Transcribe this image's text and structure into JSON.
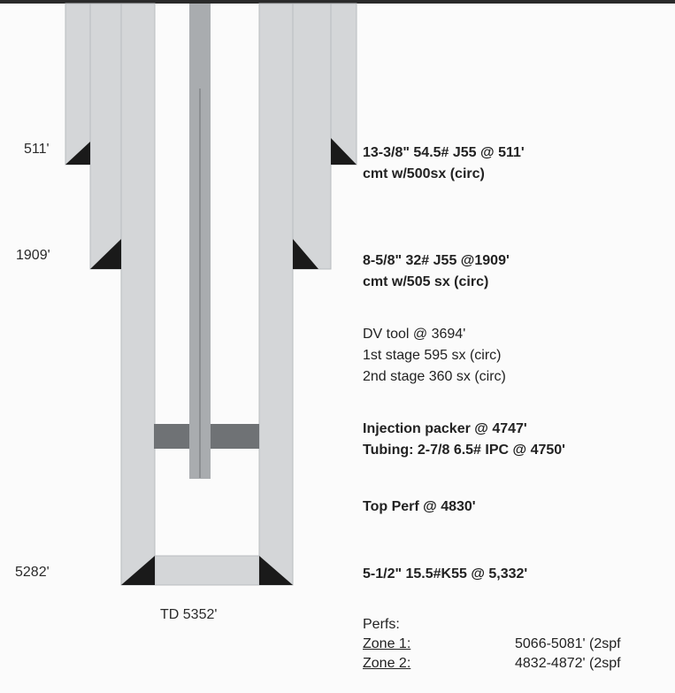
{
  "colors": {
    "casing": "#d4d6d8",
    "casing_edge": "#b9bcbf",
    "shoe": "#1a1a1a",
    "packer": "#6f7275",
    "tubing": "#a9acaf",
    "background": "#fbfbfb"
  },
  "depths": {
    "surface_shoe": "511'",
    "intermediate_shoe": "1909'",
    "production_shoe": "5282'",
    "td": "TD 5352'"
  },
  "surface_casing": {
    "spec": "13-3/8\" 54.5# J55 @ 511'",
    "cement": "cmt w/500sx (circ)"
  },
  "intermediate_casing": {
    "spec": "8-5/8\" 32# J55 @1909'",
    "cement": "cmt w/505 sx (circ)"
  },
  "dv_tool": {
    "depth": "DV tool @ 3694'",
    "stage1": "1st stage 595 sx (circ)",
    "stage2": "2nd stage 360 sx (circ)"
  },
  "injection": {
    "packer": "Injection packer @ 4747'",
    "tubing": "Tubing:  2-7/8 6.5# IPC @ 4750'"
  },
  "top_perf": "Top Perf @ 4830'",
  "production_casing": "5-1/2\" 15.5#K55 @ 5,332'",
  "perfs": {
    "title": "Perfs:",
    "zones": [
      {
        "name": "Zone 1:",
        "interval": "5066-5081' (2spf"
      },
      {
        "name": "Zone 2:",
        "interval": "4832-4872' (2spf"
      }
    ]
  }
}
